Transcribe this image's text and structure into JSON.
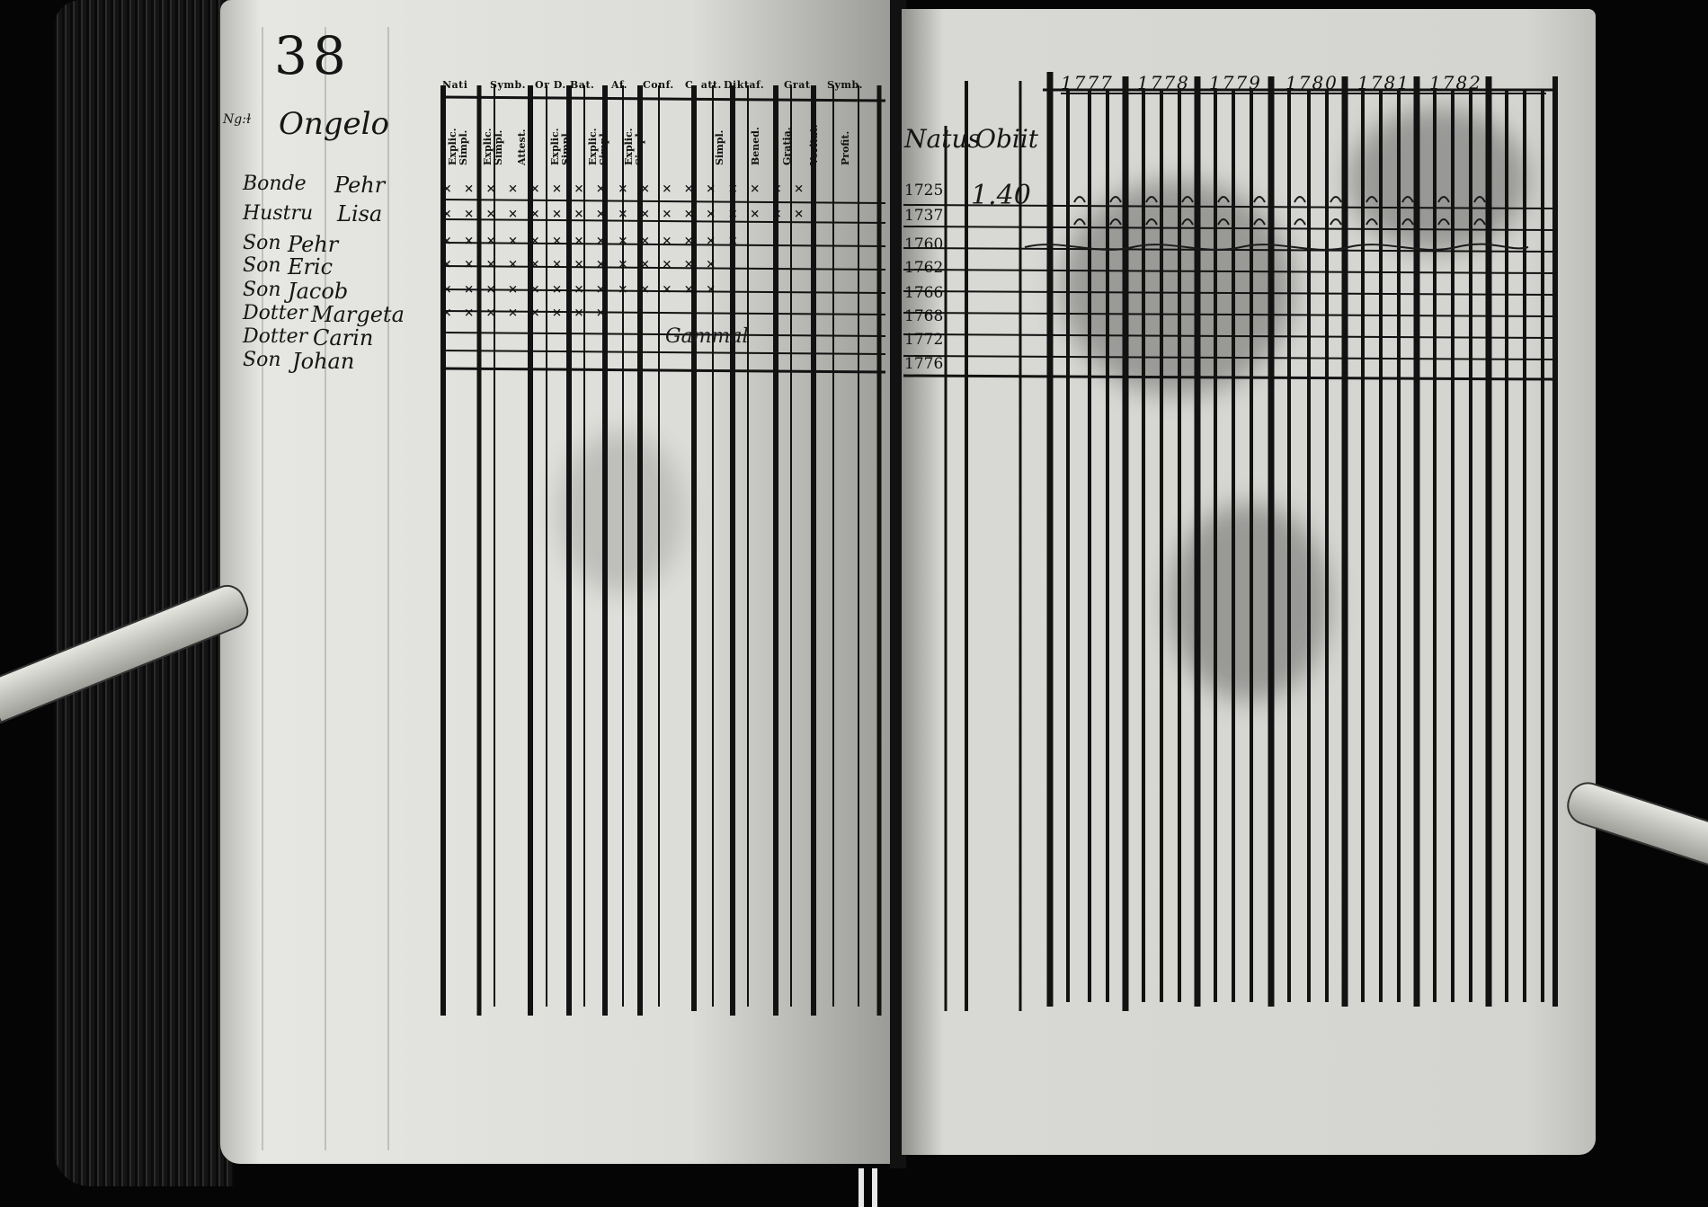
{
  "page": {
    "number": "38"
  },
  "household": {
    "label": "Ng:ɫ",
    "name": "Ongelo"
  },
  "left_headers": [
    "Nati",
    "Symb.",
    "Or D. Bat.",
    "Af.",
    "Conf.",
    "C. att.",
    "Diktaf.",
    "Grat.",
    "Symb."
  ],
  "sub_headers": [
    "Explic. Simpl.",
    "Explic. Simpl.",
    "Attest.",
    "Explic. Simpl.",
    "Explic. Simpl.",
    "Explic. Simpl.",
    "Simpl.",
    "Bened.",
    "Gratia.",
    "Veritat.",
    "Profit."
  ],
  "persons": [
    {
      "role": "Bonde",
      "name": "Pehr",
      "marks": "× × × × × × × × × × × × × × × × ×",
      "birth_year": "1725"
    },
    {
      "role": "Hustru",
      "name": "Lisa",
      "marks": "× × × × × × × × × × × × × × × × ×",
      "birth_year": "1737"
    },
    {
      "role": "Son",
      "name": "Pehr",
      "marks": "× × × × × × × × × × × × × ×",
      "birth_year": "1760"
    },
    {
      "role": "Son",
      "name": "Eric",
      "marks": "× × × × × × × × × × × × ×",
      "birth_year": "1762"
    },
    {
      "role": "Son",
      "name": "Jacob",
      "marks": "× × × × × × × × × × × × ×",
      "birth_year": "1766"
    },
    {
      "role": "Dotter",
      "name": "Margeta",
      "marks": "×  ×  ×  ×          × × × ×",
      "birth_year": "1768"
    },
    {
      "role": "Dotter",
      "name": "Carin",
      "marks": "",
      "birth_year": "1772"
    },
    {
      "role": "Son",
      "name": "Johan",
      "marks": "",
      "birth_year": "1776"
    }
  ],
  "annotations": {
    "row7_note": "Gammal"
  },
  "right_headers": {
    "natus": "Natus",
    "obiit": "Obiit"
  },
  "death_note": "1.40",
  "years": [
    "1777",
    "1778",
    "1779",
    "1780",
    "1781",
    "1782"
  ]
}
